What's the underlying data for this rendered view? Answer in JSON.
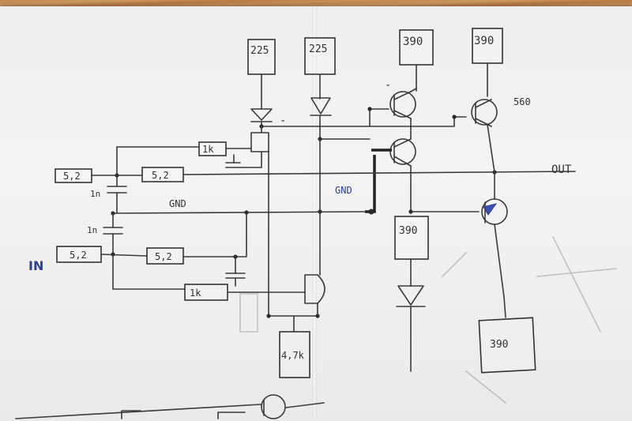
{
  "labels": {
    "r_top_1": "225",
    "r_top_2": "225",
    "r_top_3": "390",
    "r_top_4": "390",
    "r_mid_390": "390",
    "r_bottom_390": "390",
    "r_4k7": "4,7k",
    "r_1k_top": "1k",
    "r_1k_bottom": "1k",
    "r_5r_1": "5,2",
    "r_5r_2": "5,2",
    "r_5r_3": "5,2",
    "r_5r_4": "5,2",
    "cap_1n_top": "1n",
    "cap_1n_bottom": "1n",
    "gnd_label": "GND",
    "gnd_label_blue": "GND",
    "out_label": "OUT",
    "in_label": "IN",
    "r_560": "560"
  },
  "colors": {
    "ink": "#3a3a3a",
    "blue_ink": "#2a3f9a",
    "paper": "#f2f3f1",
    "table_wood": "#c98f5a"
  }
}
